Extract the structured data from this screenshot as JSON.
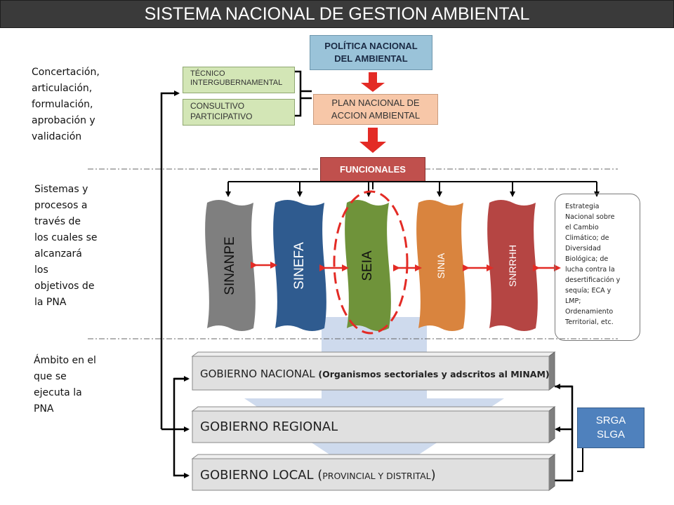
{
  "header": {
    "title": "SISTEMA NACIONAL DE GESTION AMBIENTAL"
  },
  "sidebar": {
    "level1": "Concertación,\narticulación,\nformulación,\naprobación y\nvalidación",
    "level2": "Sistemas y\nprocesos a\ntravés de\nlos cuales se\nalcanzará\nlos\nobjetivos de\nla PNA",
    "level3": "Ámbito en el\nque se\nejecuta la\nPNA"
  },
  "policy": {
    "label": "POLÍTICA NACIONAL\nDEL AMBIENTAL"
  },
  "plan": {
    "label": "PLAN NACIONAL DE\nACCION AMBIENTAL"
  },
  "committees": {
    "tecnico": "TÉCNICO\nINTERGUBERNAMENTAL",
    "consultivo": "CONSULTIVO\nPARTICIPATIVO"
  },
  "funcionales": {
    "label": "FUNCIONALES"
  },
  "systems": [
    {
      "label": "SINANPE",
      "color": "#7f7f7f"
    },
    {
      "label": "SINEFA",
      "color": "#2f5b8f"
    },
    {
      "label": "SEIA",
      "color": "#6f933a"
    },
    {
      "label": "SINIA",
      "color": "#d9843e"
    },
    {
      "label": "SNRRHH",
      "color": "#b54543"
    }
  ],
  "strategy_note": "Estrategia\nNacional sobre\nel Cambio\nClimático; de\nDiversidad\nBiológica; de\nlucha contra la\ndesertificación y\nsequía; ECA y\nLMP;\nOrdenamiento\nTerritorial, etc.",
  "governments": {
    "national_main": "GOBIERNO  NACIONAL ",
    "national_sub": "(Organismos sectoriales y adscritos al MINAM)",
    "regional": "GOBIERNO  REGIONAL",
    "local_main": "GOBIERNO LOCAL (",
    "local_sub": "PROVINCIAL Y DISTRITAL",
    "local_close": ")"
  },
  "srga": {
    "label": "SRGA\nSLGA"
  },
  "colors": {
    "arrow_red": "#e32b25",
    "title_bg": "#3a3a3a",
    "flow_blue": "#c5d3ea"
  }
}
